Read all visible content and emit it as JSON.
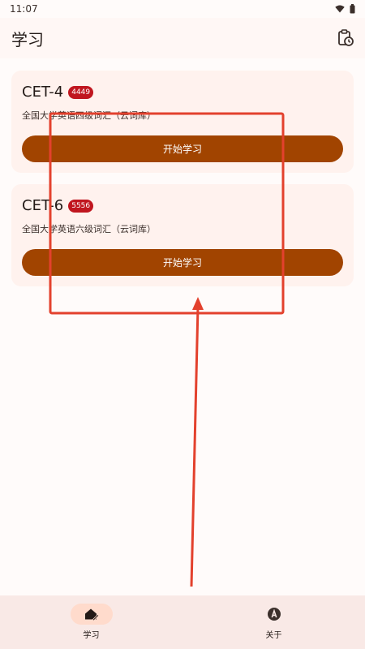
{
  "status_bar": {
    "time": "11:07",
    "icons": [
      "wifi-icon",
      "battery-icon"
    ]
  },
  "app_bar": {
    "title": "学习",
    "action_icon": "clipboard-clock-icon"
  },
  "cards": [
    {
      "title": "CET-4",
      "count": "4449",
      "description": "全国大学英语四级词汇（云词库）",
      "button_label": "开始学习"
    },
    {
      "title": "CET-6",
      "count": "5556",
      "description": "全国大学英语六级词汇（云词库）",
      "button_label": "开始学习"
    }
  ],
  "bottom_nav": [
    {
      "label": "学习",
      "icon": "home-edit-icon",
      "active": true
    },
    {
      "label": "关于",
      "icon": "about-icon",
      "active": false
    }
  ],
  "colors": {
    "primary": "#a14400",
    "badge": "#c0161f",
    "card_bg": "#fff2ee",
    "nav_bg": "#f9e9e6",
    "annotation": "#e3412d"
  }
}
